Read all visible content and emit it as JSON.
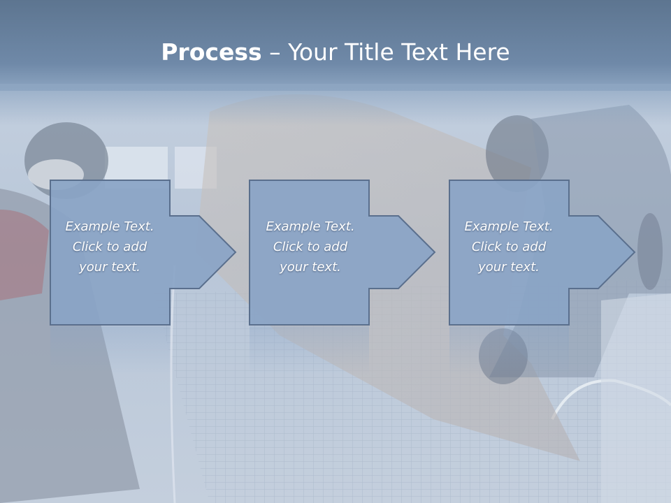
{
  "slide": {
    "title": {
      "bold": "Process",
      "rest": " – Your Title Text Here"
    },
    "steps": [
      {
        "lines": [
          "Example Text.",
          "Click  to add",
          "your text."
        ]
      },
      {
        "lines": [
          "Example Text.",
          "Click  to add",
          "your text."
        ]
      },
      {
        "lines": [
          "Example Text.",
          "Click  to add",
          "your text."
        ]
      }
    ]
  },
  "colors": {
    "title_band": "#6f89a8",
    "step_fill": "#8aa4c6",
    "step_border": "#5a6f8d",
    "title_text": "#ffffff",
    "step_text": "#ffffff"
  }
}
